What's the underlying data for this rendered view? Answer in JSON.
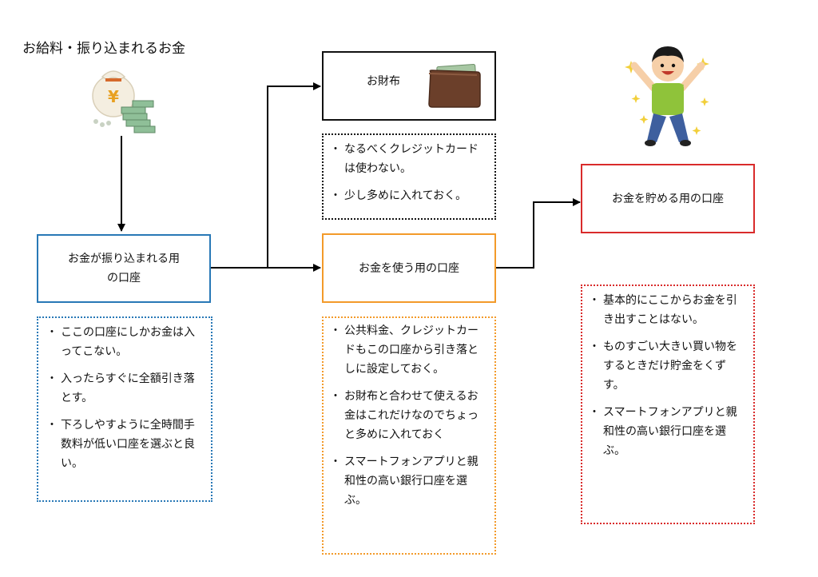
{
  "title": "お給料・振り込まれるお金",
  "icons": {
    "money_bag": "money-bag-yen-icon",
    "wallet": "brown-wallet-icon",
    "person": "happy-jumping-person-icon"
  },
  "colors": {
    "receive": "#2878b6",
    "spend": "#f39a2a",
    "save": "#d92b2b",
    "wallet": "#111111"
  },
  "boxes": {
    "receive": "お金が振り込まれる用\nの口座",
    "wallet": "お財布",
    "spend": "お金を使う用の口座",
    "save": "お金を貯める用の口座"
  },
  "notes": {
    "receive": [
      "ここの口座にしかお金は入ってこない。",
      "入ったらすぐに全額引き落とす。",
      "下ろしやすように全時間手数料が低い口座を選ぶと良い。"
    ],
    "wallet": [
      "なるべくクレジットカードは使わない。",
      "少し多めに入れておく。"
    ],
    "spend": [
      "公共料金、クレジットカードもこの口座から引き落としに設定しておく。",
      "お財布と合わせて使えるお金はこれだけなのでちょっと多めに入れておく",
      "スマートフォンアプリと親和性の高い銀行口座を選ぶ。"
    ],
    "save": [
      "基本的にここからお金を引き出すことはない。",
      "ものすごい大きい買い物をするときだけ貯金をくずす。",
      "スマートフォンアプリと親和性の高い銀行口座を選ぶ。"
    ]
  }
}
